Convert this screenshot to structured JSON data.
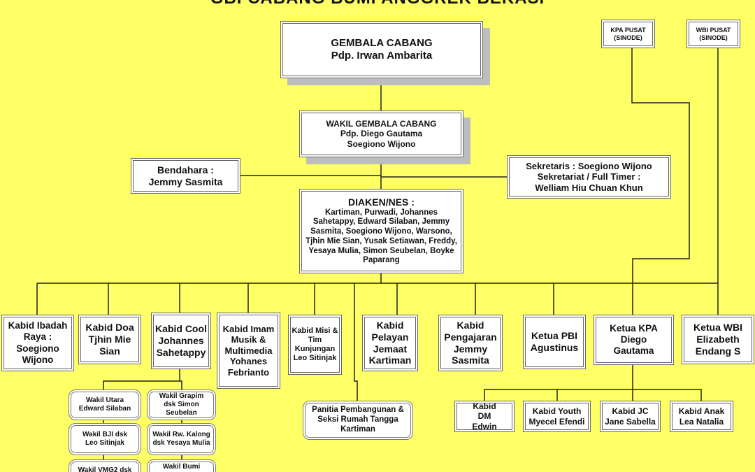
{
  "title": "GBI CABANG BUMI ANGGREK BEKASI",
  "gembala": {
    "role": "GEMBALA CABANG",
    "name": "Pdp. Irwan Ambarita"
  },
  "wakil": {
    "role": "WAKIL GEMBALA CABANG",
    "name1": "Pdp. Diego Gautama",
    "name2": "Soegiono Wijono"
  },
  "bendahara": {
    "role": "Bendahara :",
    "name": "Jemmy Sasmita"
  },
  "sekretaris": {
    "line1": "Sekretaris : Soegiono Wijono",
    "line2": "Sekretariat / Full Timer :",
    "line3": "Welliam Hiu Chuan Khun"
  },
  "diaken": {
    "role": "DIAKEN/NES :",
    "members": "Kartiman, Purwadi, Johannes Sahetappy, Edward Silaban, Jemmy Sasmita, Soegiono Wijono, Warsono, Tjhin Mie Sian, Yusak Setiawan, Freddy, Yesaya Mulia, Simon Seubelan, Boyke Paparang"
  },
  "kpa_pusat": {
    "line1": "KPA PUSAT",
    "line2": "(SINODE)"
  },
  "wbi_pusat": {
    "line1": "WBI PUSAT",
    "line2": "(SINODE)"
  },
  "kabid": [
    "Kabid Ibadah Raya : Soegiono Wijono",
    "Kabid Doa Tjhin Mie Sian",
    "Kabid Cool Johannes Sahetappy",
    "Kabid Imam Musik & Multimedia Yohanes Febrianto",
    "Kabid Misi & Tim Kunjungan Leo Sitinjak",
    "Kabid Pelayan Jemaat Kartiman",
    "Kabid Pengajaran Jemmy Sasmita",
    "Ketua PBI Agustinus",
    "Ketua KPA Diego Gautama",
    "Ketua WBI Elizabeth Endang S"
  ],
  "wakil_cool": [
    "Wakil Utara Edward Silaban",
    "Wakil Grapim dsk Simon Seubelan",
    "Wakil BJI dsk Leo Sitinjak",
    "Wakil Rw. Kalong dsk Yesaya Mulia",
    "Wakil VMG2 dsk",
    "Wakil Bumi"
  ],
  "panitia": "Panitia Pembangunan & Seksi Rumah Tangga Kartiman",
  "kpa_children": [
    "Kabid DM Edwin",
    "Kabid Youth Myecel Efendi",
    "Kabid JC Jane Sabella",
    "Kabid Anak Lea Natalia"
  ]
}
